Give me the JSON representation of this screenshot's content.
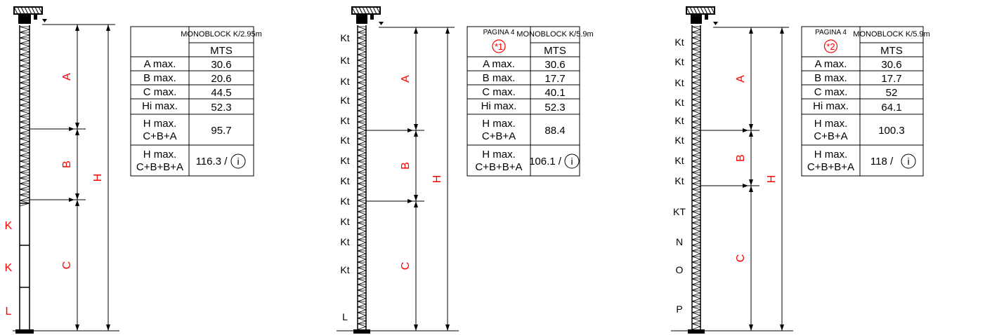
{
  "colors": {
    "line": "#000000",
    "dimension": "#ff0000",
    "background": "#ffffff"
  },
  "panels": [
    {
      "header_left": "",
      "header_badge": "",
      "header_right": "MONOBLOCK K/2.95m",
      "unit": "MTS",
      "rows": [
        {
          "label": "A max.",
          "value": "30.6"
        },
        {
          "label": "B max.",
          "value": "20.6"
        },
        {
          "label": "C max.",
          "value": "44.5"
        },
        {
          "label": "Hi max.",
          "value": "52.3"
        },
        {
          "label": "H max.",
          "label2": "C+B+A",
          "value": "95.7"
        },
        {
          "label": "H max.",
          "label2": "C+B+B+A",
          "value": "116.3 /",
          "info": "i"
        }
      ],
      "dims": [
        "A",
        "B",
        "C",
        "H"
      ],
      "sections": [
        {
          "label": "K",
          "color": "red"
        },
        {
          "label": "K",
          "color": "red"
        },
        {
          "label": "L",
          "color": "red"
        }
      ]
    },
    {
      "header_left": "PAGINA 4",
      "header_badge": "*1",
      "header_right": "MONOBLOCK K/5.9m",
      "unit": "MTS",
      "rows": [
        {
          "label": "A max.",
          "value": "30.6"
        },
        {
          "label": "B max.",
          "value": "17.7"
        },
        {
          "label": "C max.",
          "value": "40.1"
        },
        {
          "label": "Hi max.",
          "value": "52.3"
        },
        {
          "label": "H max.",
          "label2": "C+B+A",
          "value": "88.4"
        },
        {
          "label": "H max.",
          "label2": "C+B+B+A",
          "value": "106.1 /",
          "info": "i"
        }
      ],
      "dims": [
        "A",
        "B",
        "C",
        "H"
      ],
      "sections": [
        {
          "label": "Kt"
        },
        {
          "label": "Kt"
        },
        {
          "label": "Kt"
        },
        {
          "label": "Kt"
        },
        {
          "label": "Kt"
        },
        {
          "label": "Kt"
        },
        {
          "label": "Kt"
        },
        {
          "label": "Kt"
        },
        {
          "label": "Kt"
        },
        {
          "label": "Kt"
        },
        {
          "label": "Kt"
        },
        {
          "label": "Kt"
        },
        {
          "label": "L"
        }
      ]
    },
    {
      "header_left": "PAGINA 4",
      "header_badge": "*2",
      "header_right": "MONOBLOCK K/5.9m",
      "unit": "MTS",
      "rows": [
        {
          "label": "A max.",
          "value": "30.6"
        },
        {
          "label": "B max.",
          "value": "17.7"
        },
        {
          "label": "C max.",
          "value": "52"
        },
        {
          "label": "Hi max.",
          "value": "64.1"
        },
        {
          "label": "H max.",
          "label2": "C+B+A",
          "value": "100.3"
        },
        {
          "label": "H max.",
          "label2": "C+B+B+A",
          "value": "118 /",
          "info": "i"
        }
      ],
      "dims": [
        "A",
        "B",
        "C",
        "H"
      ],
      "sections": [
        {
          "label": "Kt"
        },
        {
          "label": "Kt"
        },
        {
          "label": "Kt"
        },
        {
          "label": "Kt"
        },
        {
          "label": "Kt"
        },
        {
          "label": "Kt"
        },
        {
          "label": "Kt"
        },
        {
          "label": "Kt"
        },
        {
          "label": "KT"
        },
        {
          "label": "N"
        },
        {
          "label": "O"
        },
        {
          "label": "P"
        }
      ]
    }
  ]
}
